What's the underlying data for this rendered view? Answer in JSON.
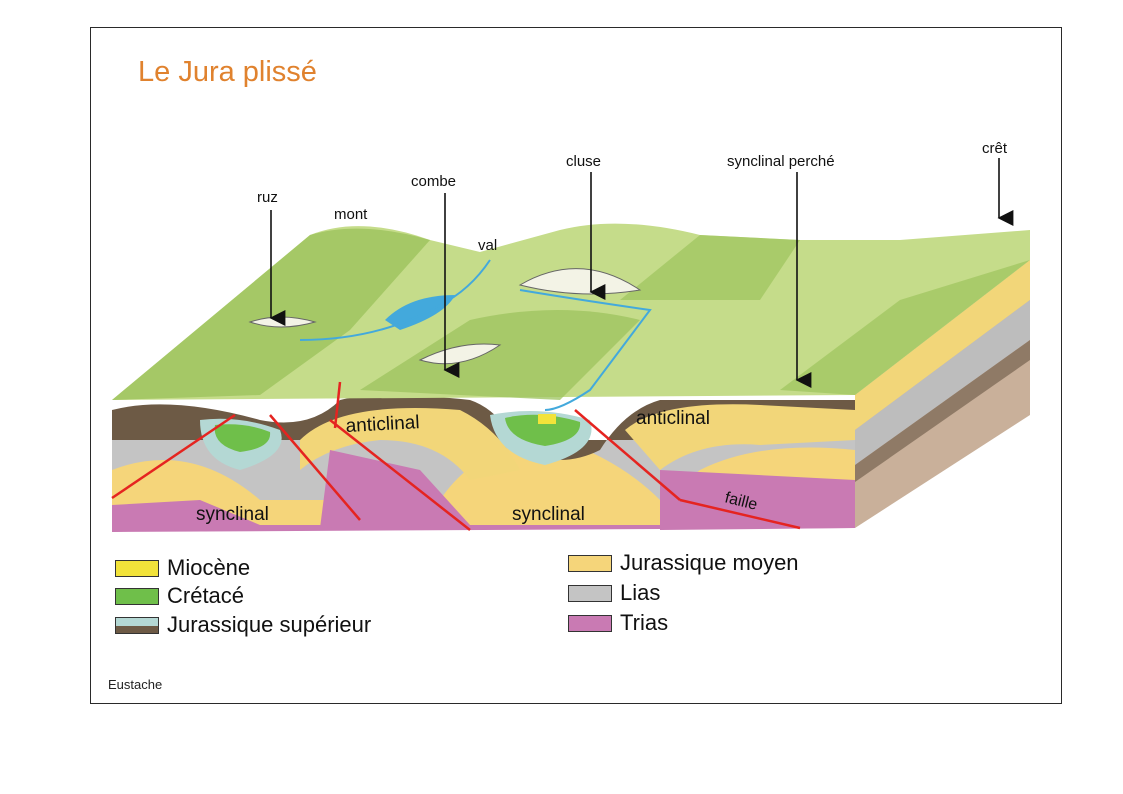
{
  "title": "Le Jura plissé",
  "credit": "Eustache",
  "labels": {
    "ruz": "ruz",
    "mont": "mont",
    "combe": "combe",
    "val": "val",
    "cluse": "cluse",
    "synclinal_perche": "synclinal perché",
    "cret": "crêt",
    "anticlinal_left": "anticlinal",
    "anticlinal_right": "anticlinal",
    "synclinal_left": "synclinal",
    "synclinal_right": "synclinal",
    "faille": "faille"
  },
  "legend": [
    {
      "label": "Miocène",
      "color": "#f2e33a"
    },
    {
      "label": "Crétacé",
      "color": "#6fbf4a"
    },
    {
      "label": "Jurassique supérieur",
      "color": "#b4d8d4",
      "band": "#6d5a45"
    },
    {
      "label": "Jurassique moyen",
      "color": "#f5d57a"
    },
    {
      "label": "Lias",
      "color": "#c4c4c4"
    },
    {
      "label": "Trias",
      "color": "#c97ab3"
    }
  ],
  "colors": {
    "surface": "#c5dc8a",
    "surface_dark": "#9cc35d",
    "water": "#43a9dc",
    "fault": "#e52420",
    "title": "#e0822e"
  }
}
